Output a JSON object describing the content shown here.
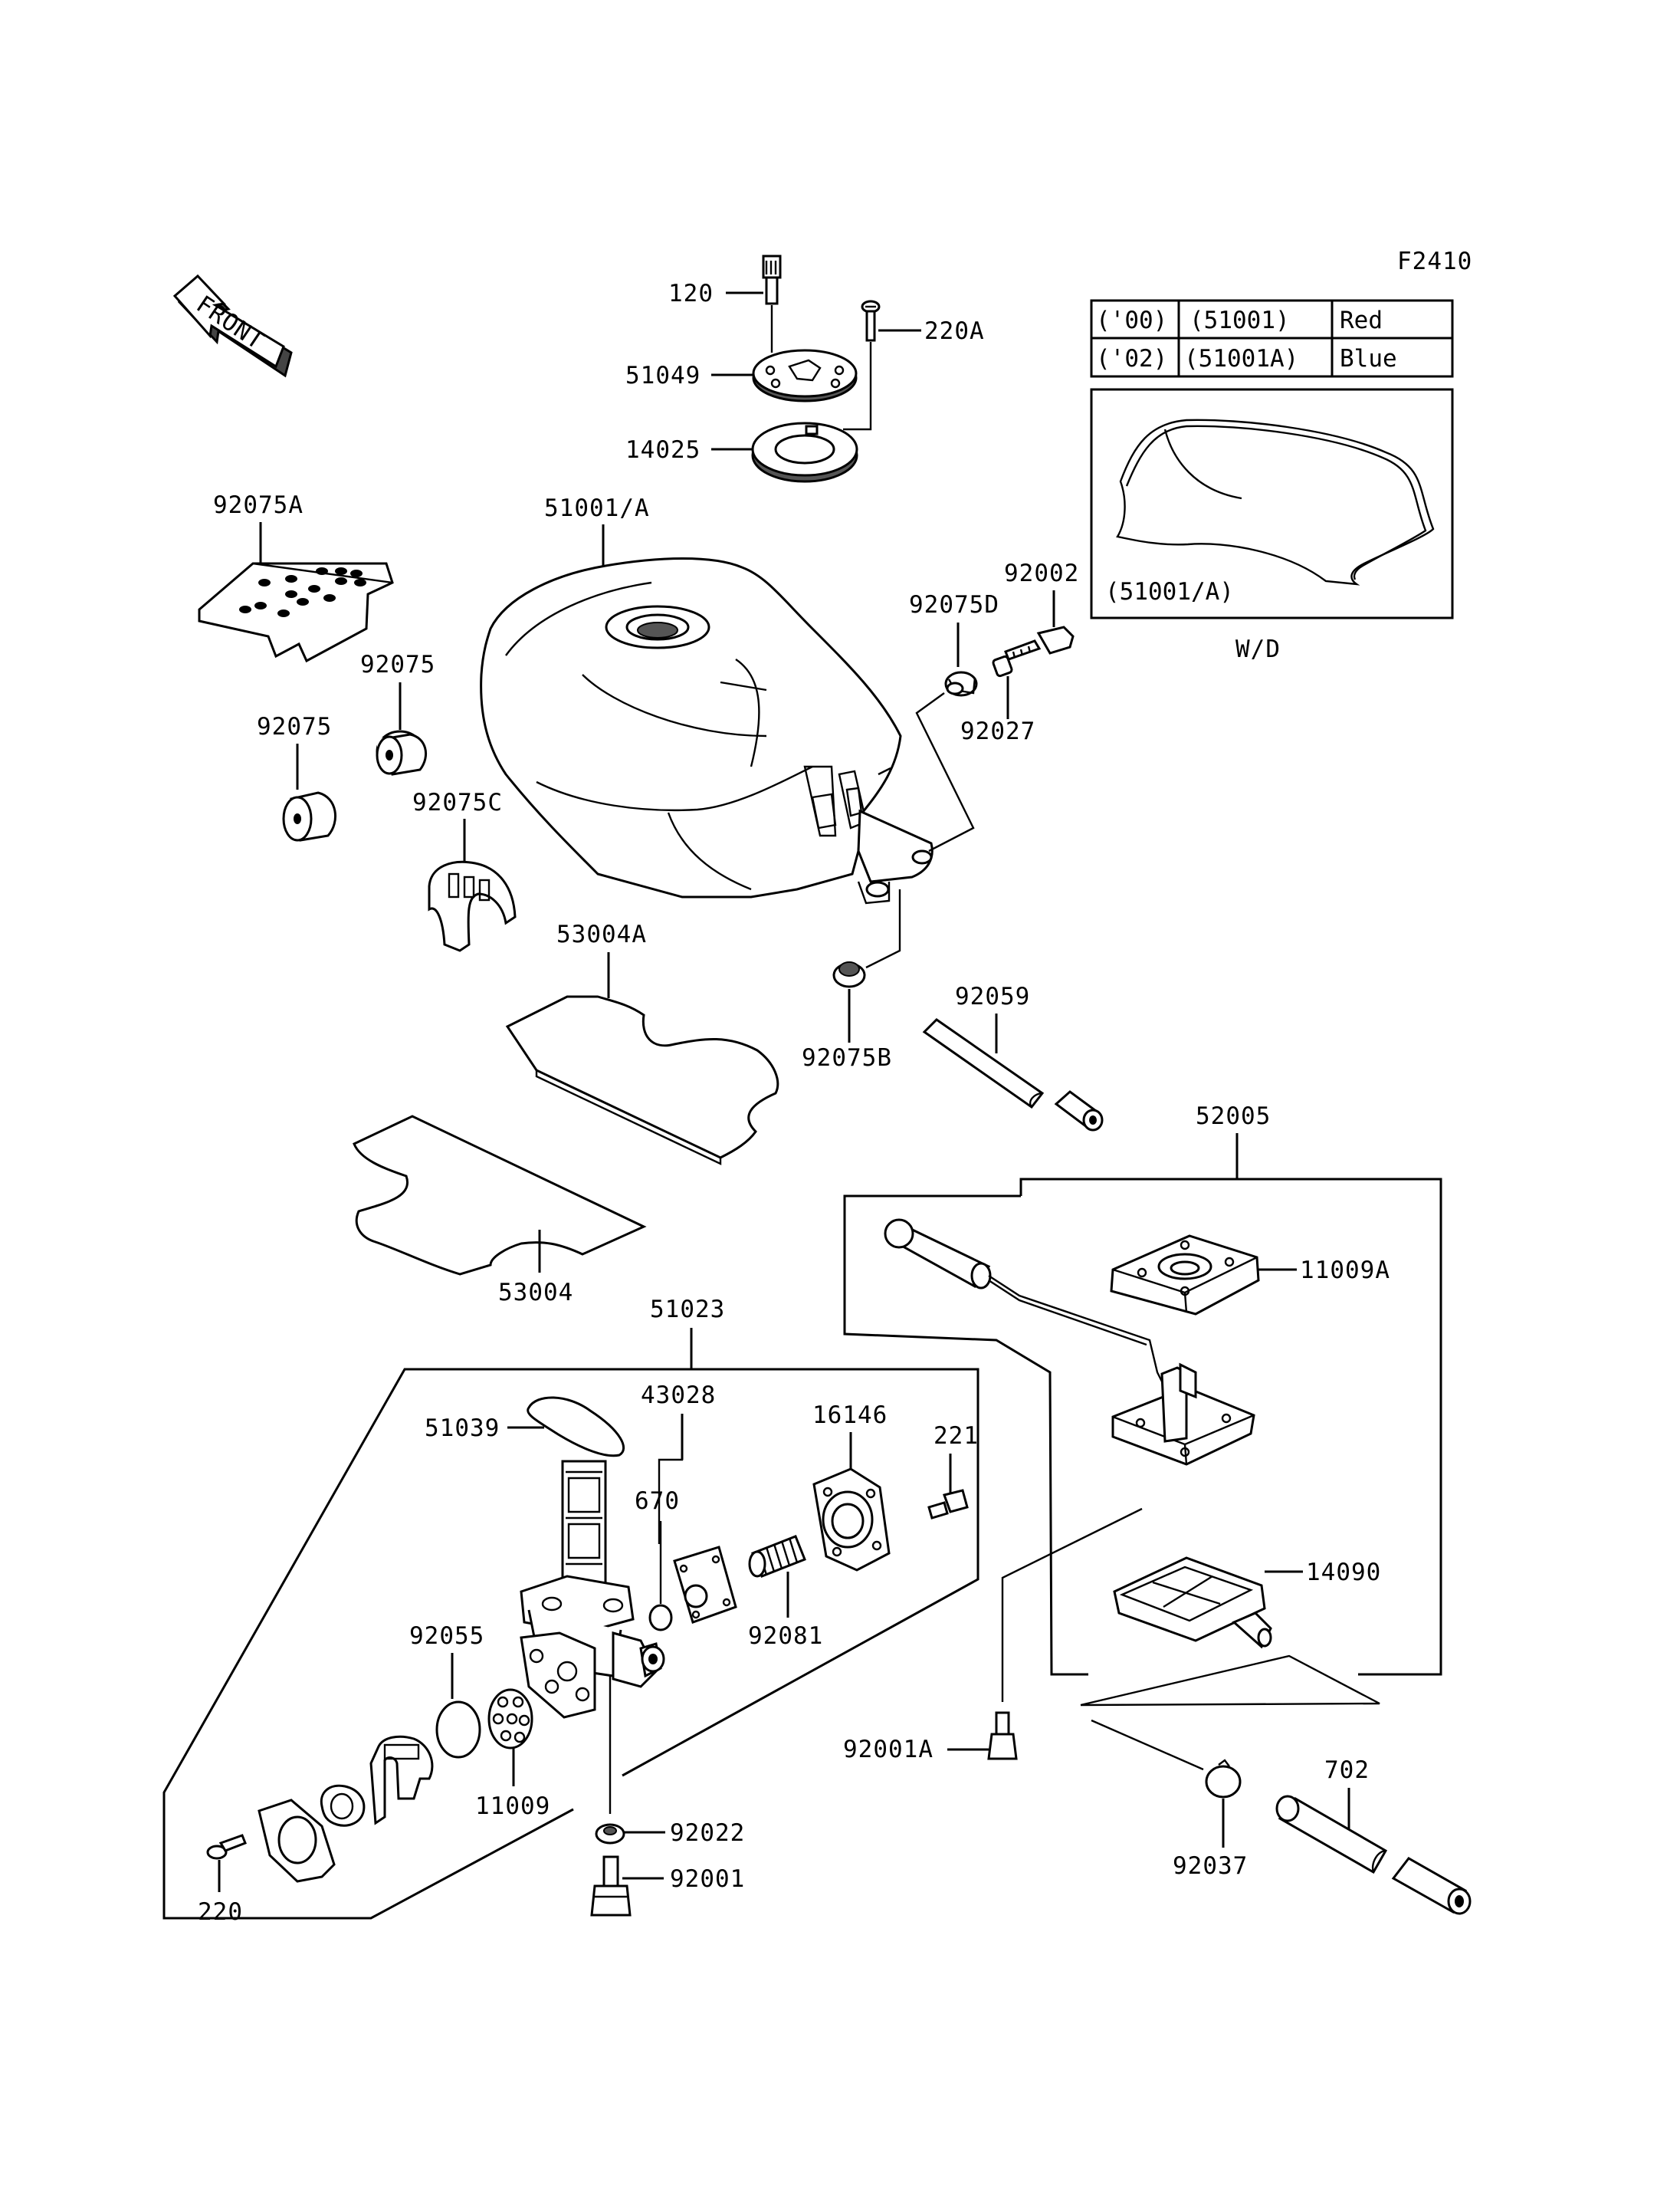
{
  "figure_code": "F2410",
  "front_label": "FRONT",
  "variant_table": {
    "rows": [
      {
        "year": "('00)",
        "part": "(51001)",
        "color": "Red"
      },
      {
        "year": "('02)",
        "part": "(51001A)",
        "color": "Blue"
      }
    ],
    "inset_label": "(51001/A)",
    "caption": "W/D"
  },
  "parts": {
    "p120": "120",
    "p220A": "220A",
    "p51049": "51049",
    "p14025": "14025",
    "p92075A": "92075A",
    "p51001A": "51001/A",
    "p92002": "92002",
    "p92075D": "92075D",
    "p92027": "92027",
    "p92075_1": "92075",
    "p92075_2": "92075",
    "p92075C": "92075C",
    "p53004A": "53004A",
    "p92059": "92059",
    "p92075B": "92075B",
    "p52005": "52005",
    "p11009A": "11009A",
    "p53004": "53004",
    "p51023": "51023",
    "p43028": "43028",
    "p16146": "16146",
    "p221": "221",
    "p51039": "51039",
    "p670": "670",
    "p92081": "92081",
    "p14090": "14090",
    "p92055": "92055",
    "p11009": "11009",
    "p92022": "92022",
    "p92001": "92001",
    "p92001A": "92001A",
    "p702": "702",
    "p92037": "92037",
    "p220": "220"
  }
}
